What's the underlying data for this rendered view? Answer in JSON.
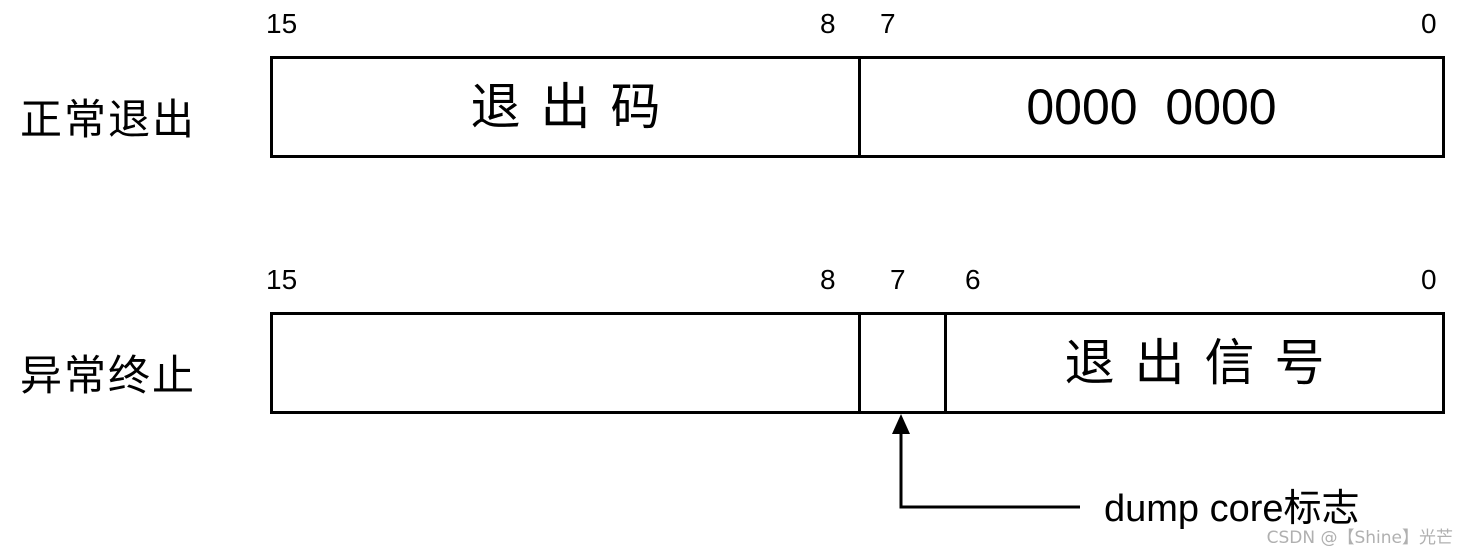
{
  "normal_exit": {
    "row_label": "正常退出",
    "bits": {
      "b15": "15",
      "b8": "8",
      "b7": "7",
      "b0": "0"
    },
    "field_exit_code": "退出码",
    "field_low_byte": "0000  0000"
  },
  "abnormal_exit": {
    "row_label": "异常终止",
    "bits": {
      "b15": "15",
      "b8": "8",
      "b7": "7",
      "b6": "6",
      "b0": "0"
    },
    "field_high_byte": "",
    "field_core_bit": "",
    "field_signal": "退出信号"
  },
  "annotation": {
    "core_dump_label": "dump core标志"
  },
  "watermark": "CSDN @【Shine】光芒"
}
